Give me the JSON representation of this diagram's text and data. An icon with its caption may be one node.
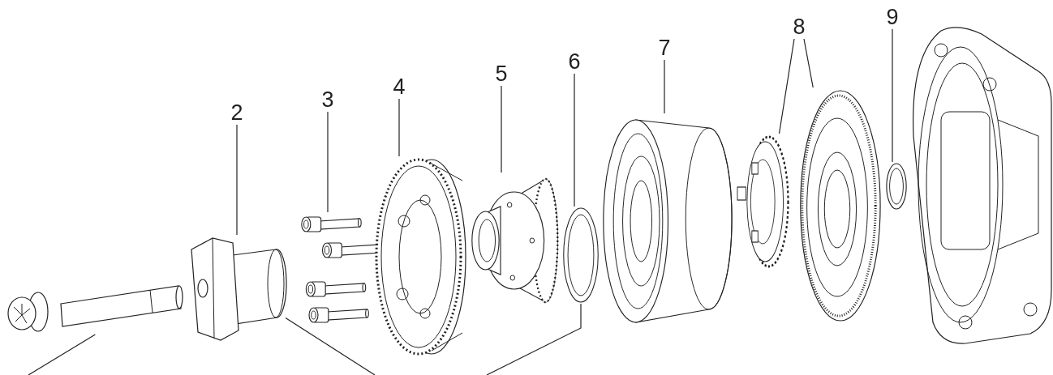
{
  "diagram": {
    "nodes": [
      {
        "text": [
          "2"
        ]
      },
      {
        "text": [
          "3"
        ]
      },
      {
        "text": [
          "4"
        ]
      },
      {
        "text": [
          "5"
        ]
      },
      {
        "text": [
          "6"
        ]
      },
      {
        "text": [
          "7"
        ]
      },
      {
        "text": [
          "8"
        ]
      },
      {
        "text": [
          "9"
        ]
      },
      {
        "text": [],
        "shape": "picture"
      },
      {
        "text": [],
        "shape": "picture"
      },
      {
        "text": [],
        "shape": "picture"
      },
      {
        "text": [],
        "shape": "picture"
      },
      {
        "text": [],
        "shape": "picture"
      },
      {
        "text": [],
        "shape": "picture"
      },
      {
        "text": [],
        "shape": "picture"
      },
      {
        "text": [],
        "shape": "picture"
      },
      {
        "text": [],
        "shape": "picture"
      },
      {
        "text": [],
        "shape": "picture"
      },
      {
        "text": [],
        "shape": "picture"
      }
    ],
    "edges": [
      {
        "from": 0,
        "to": 9,
        "arrow": "none"
      },
      {
        "from": 1,
        "to": 10,
        "arrow": "none"
      },
      {
        "from": 2,
        "to": 11,
        "arrow": "none"
      },
      {
        "from": 3,
        "to": 12,
        "arrow": "none"
      },
      {
        "from": 4,
        "to": 13,
        "arrow": "none"
      },
      {
        "from": 5,
        "to": 14,
        "arrow": "none"
      },
      {
        "from": 6,
        "to": 15,
        "arrow": "none"
      },
      {
        "from": 6,
        "to": 16,
        "arrow": "none"
      },
      {
        "from": 7,
        "to": 17,
        "arrow": "none"
      },
      {
        "from": null,
        "to": 8,
        "arrow": "none"
      },
      {
        "from": null,
        "to": 9,
        "arrow": "none"
      },
      {
        "from": null,
        "to": 13,
        "arrow": "none"
      }
    ]
  }
}
